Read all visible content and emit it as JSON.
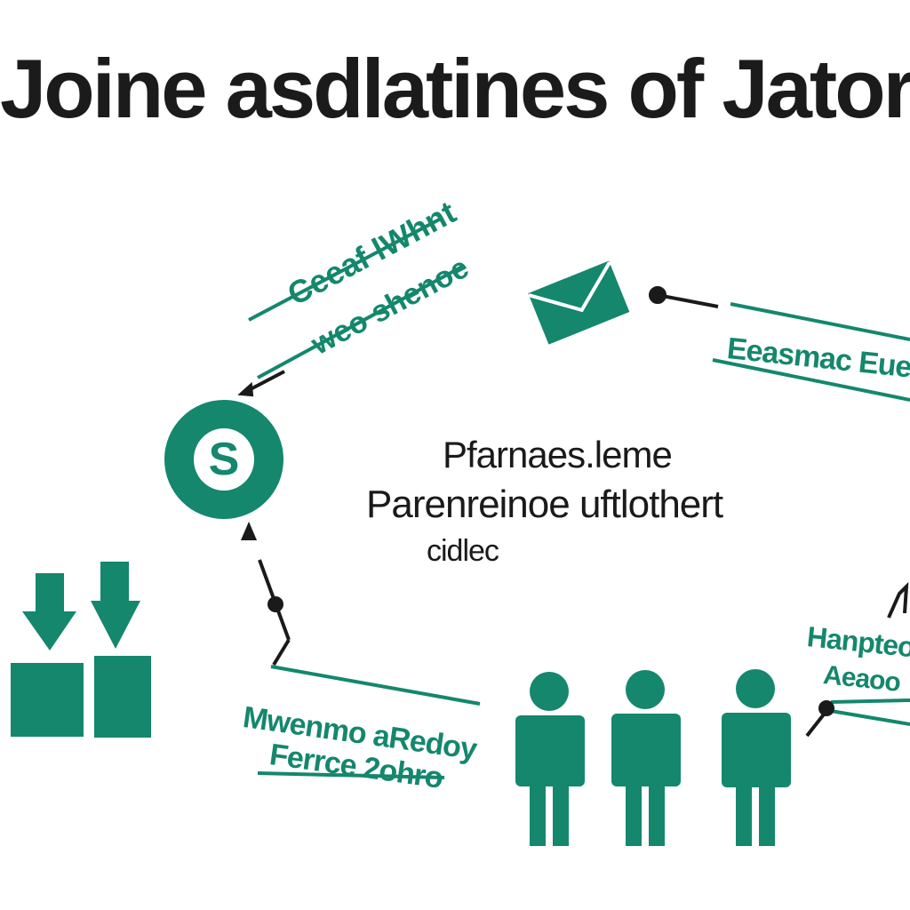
{
  "diagram": {
    "title": "Joine asdlatines of Jatorel Panes",
    "center": {
      "line1": "Pfarnaes.leme",
      "line2": "Parenreinoe uftlothert",
      "line3": "cidlec"
    },
    "labels": {
      "top_left_line1": "Ceeaf lWhnt",
      "top_left_line2": "weo shenoe",
      "top_right_line1": "Eeasmac Euesd",
      "bottom_left_line1": "Mwenmo aRedoy",
      "bottom_left_line2": "Ferrce 2ohro",
      "bottom_right_line1": "Hanpteo",
      "bottom_right_line2": "Aeaoo"
    },
    "node_letter": "S",
    "icons": [
      "envelope-icon",
      "box-arrow-down-icon",
      "person-icon"
    ],
    "colors": {
      "accent": "#14876d",
      "text": "#1a1a1a",
      "background": "#ffffff"
    }
  }
}
